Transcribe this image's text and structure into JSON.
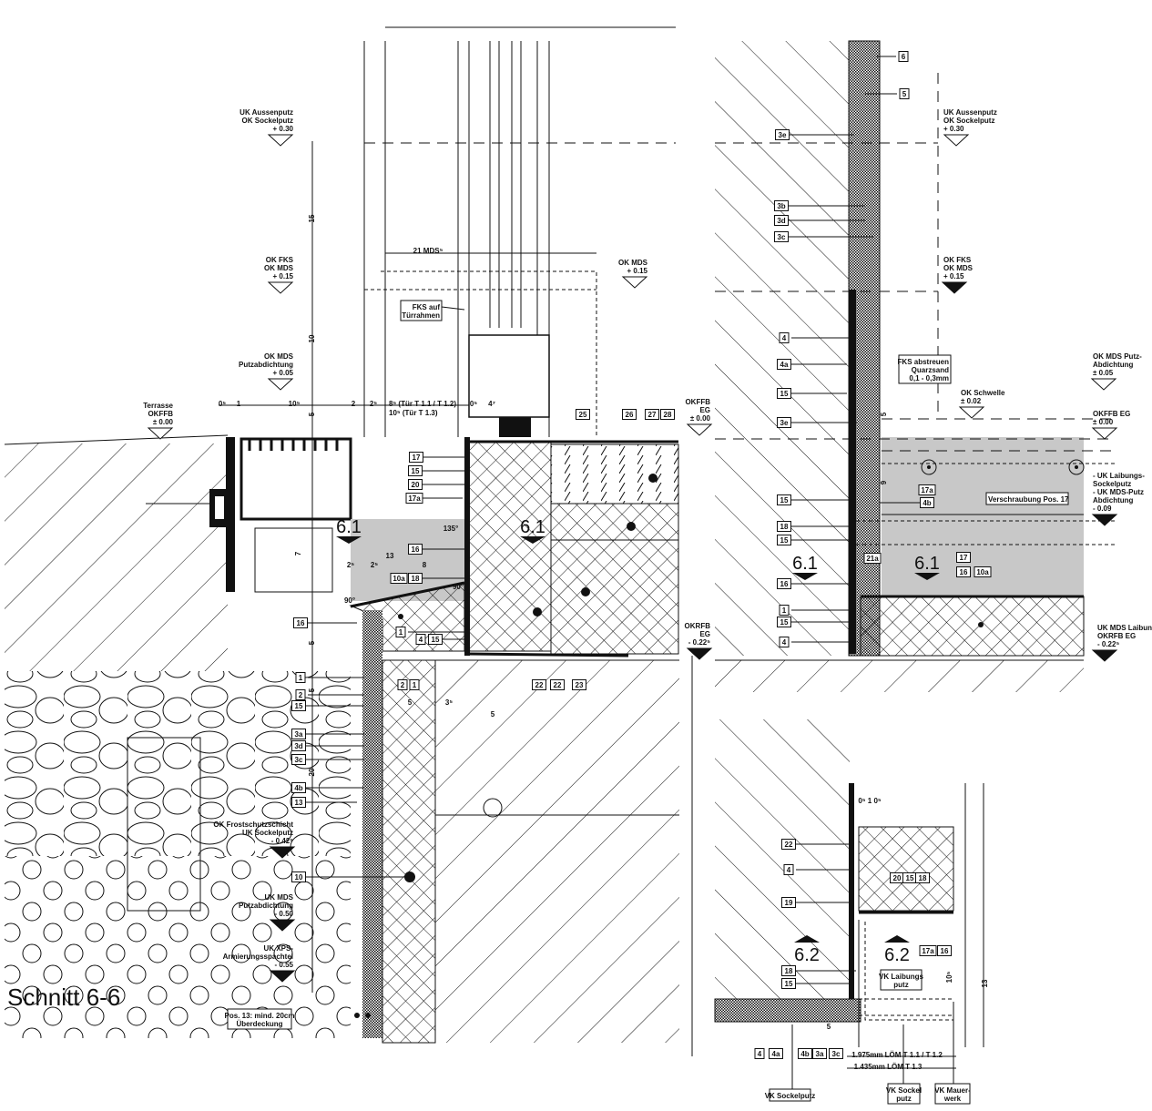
{
  "title": "Schnitt 6-6",
  "colors": {
    "line": "#111111",
    "gray_fill": "#c8c8c8",
    "background": "#ffffff"
  },
  "levels": [
    {
      "lines": [
        "UK Aussenputz",
        "OK Sockelputz",
        "+ 0.30"
      ],
      "marker": "open"
    },
    {
      "lines": [
        "OK FKS",
        "OK MDS",
        "+ 0.15"
      ],
      "marker": "open"
    },
    {
      "lines": [
        "OK MDS",
        "Putzabdichtung",
        "+ 0.05"
      ],
      "marker": "open"
    },
    {
      "lines": [
        "Terrasse",
        "OKFFB",
        "± 0.00"
      ],
      "marker": "open"
    },
    {
      "lines": [
        "OK MDS",
        "+ 0.15"
      ],
      "marker": "open"
    },
    {
      "lines": [
        "OKFFB",
        "EG",
        "± 0.00"
      ],
      "marker": "open"
    },
    {
      "lines": [
        "OKRFB",
        "EG",
        "- 0.22⁵"
      ],
      "marker": "filled"
    },
    {
      "lines": [
        "OK Frostschutzschicht",
        "UK Sockelputz",
        "- 0.42⁵"
      ],
      "marker": "filled"
    },
    {
      "lines": [
        "UK MDS",
        "Putzabdichtung",
        "- 0.50"
      ],
      "marker": "filled"
    },
    {
      "lines": [
        "UK XPS-",
        "Armierungsspachtel",
        "- 0.55"
      ],
      "marker": "filled"
    },
    {
      "lines": [
        "UK Aussenputz",
        "OK Sockelputz",
        "+ 0.30"
      ],
      "marker": "open"
    },
    {
      "lines": [
        "OK FKS",
        "OK MDS",
        "+ 0.15"
      ],
      "marker": "filled"
    },
    {
      "lines": [
        "OK MDS Putz-",
        "Abdichtung",
        "± 0.05"
      ],
      "marker": "open"
    },
    {
      "lines": [
        "OK  Schwelle",
        "± 0.02"
      ],
      "marker": "open"
    },
    {
      "lines": [
        "OKFFB EG",
        "± 0.00"
      ],
      "marker": "open"
    },
    {
      "lines": [
        "- UK Laibungs-",
        "Sockelputz",
        "- UK MDS-Putz",
        "Abdichtung",
        "- 0.09"
      ],
      "marker": "filled"
    },
    {
      "lines": [
        "UK MDS Laibung",
        "OKRFB EG",
        "- 0.22⁵"
      ],
      "marker": "filled"
    }
  ],
  "tags": [
    "17",
    "15",
    "20",
    "17a",
    "16",
    "10a",
    "18",
    "16",
    "1",
    "4",
    "15",
    "1",
    "2",
    "15",
    "3a",
    "3d",
    "3c",
    "4b",
    "13",
    "10",
    "2",
    "1",
    "22",
    "22",
    "23",
    "25",
    "26",
    "27",
    "28",
    "6",
    "5",
    "3e",
    "3b",
    "3d",
    "3c",
    "4",
    "4a",
    "15",
    "3e",
    "15",
    "18",
    "15",
    "16",
    "1",
    "15",
    "4",
    "17a",
    "4b",
    "21a",
    "17",
    "16",
    "10a",
    "22",
    "4",
    "19",
    "20",
    "15",
    "18",
    "17a",
    "16",
    "18",
    "15",
    "4",
    "4a",
    "4b",
    "3a",
    "3c"
  ],
  "sections": [
    "6.1",
    "6.1",
    "6.1",
    "6.1",
    "6.2",
    "6.2"
  ],
  "notes": {
    "fks_tuerrahmen": [
      "FKS auf",
      "Türrahmen"
    ],
    "fks_abstreuen": [
      "FKS abstreuen",
      "Quarzsand",
      "0,1 - 0,3mm"
    ],
    "verschraubung": "Verschraubung Pos. 17",
    "pos13": [
      "Pos. 13: mind. 20cm",
      "Überdeckung"
    ],
    "vk_laibungsputz": [
      "VK Laibungs",
      "putz"
    ],
    "vk_sockelputz": "VK Sockelputz",
    "vk_sockel_putz": [
      "VK Sockel",
      "putz"
    ],
    "vk_mauerwerk": [
      "VK Mauer-",
      "werk"
    ]
  },
  "dims": [
    "21 MDS⁵",
    "15",
    "10",
    "5",
    "8⁵  (Tür T 1.1 / T 1.2)",
    "10⁵  (Tür T 1.3)",
    "0⁵",
    "1",
    "10⁵",
    "2",
    "2⁵",
    "0⁵",
    "4⁷",
    "13",
    "8",
    "2⁵",
    "2⁵",
    "7",
    "5",
    "5",
    "20",
    "5",
    "3⁵",
    "5",
    "1.975mm LÖM T 1.1 / T 1.2",
    "1.435mm LÖM T 1.3",
    "13",
    "10⁵",
    "5",
    "0⁵  1  0⁵",
    "9",
    "5",
    "90°",
    "135°",
    "90°"
  ]
}
